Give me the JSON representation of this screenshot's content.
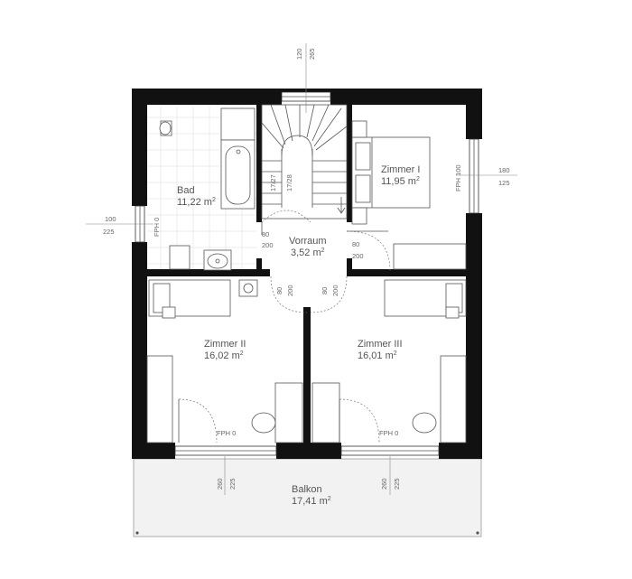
{
  "rooms": {
    "bad": {
      "name": "Bad",
      "area": "11,22 m",
      "unit_sup": "2"
    },
    "vorraum": {
      "name": "Vorraum",
      "area": "3,52 m",
      "unit_sup": "2"
    },
    "zimmer1": {
      "name": "Zimmer I",
      "area": "11,95 m",
      "unit_sup": "2"
    },
    "zimmer2": {
      "name": "Zimmer II",
      "area": "16,02 m",
      "unit_sup": "2"
    },
    "zimmer3": {
      "name": "Zimmer III",
      "area": "16,01 m",
      "unit_sup": "2"
    },
    "balkon": {
      "name": "Balkon",
      "area": "17,41 m",
      "unit_sup": "2"
    }
  },
  "dimensions": {
    "top_window_w": "120",
    "top_window_h": "265",
    "right_window_w": "180",
    "right_window_h": "125",
    "left_window_w": "100",
    "left_window_h": "225",
    "fph_right": "FPH 100",
    "fph_left": "FPH 0",
    "door_bad_w": "80",
    "door_bad_h": "200",
    "door_z1_w": "80",
    "door_z1_h": "200",
    "door_z2_w": "80",
    "door_z2_h": "200",
    "door_z3_w": "80",
    "door_z3_h": "200",
    "fph_z2": "FPH 0",
    "fph_z3": "FPH 0",
    "balkon_left_w": "260",
    "balkon_left_h": "225",
    "balkon_right_w": "260",
    "balkon_right_h": "225",
    "stair_steps_a": "17/27",
    "stair_steps_b": "17/28"
  }
}
